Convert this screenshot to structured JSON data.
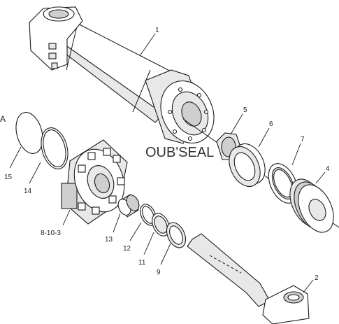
{
  "diagram": {
    "callouts": [
      "1",
      "2",
      "4",
      "5",
      "6",
      "7",
      "8-10-3",
      "9",
      "11",
      "12",
      "13",
      "14",
      "15"
    ],
    "view_marker": "A",
    "watermark": "OUB'SEAL"
  }
}
